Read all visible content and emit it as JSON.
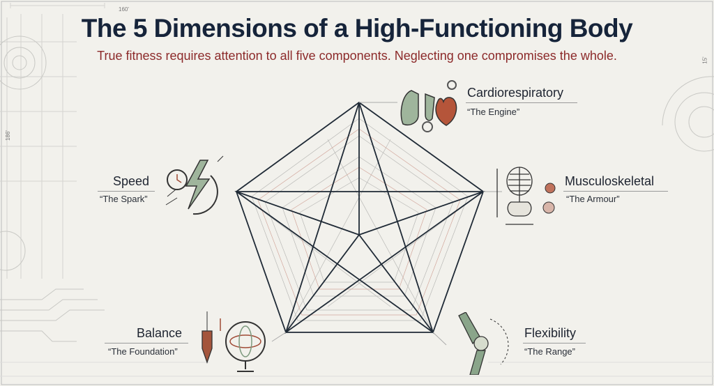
{
  "title": "The 5 Dimensions of a High-Functioning Body",
  "subtitle": "True fitness requires attention to all five components. Neglecting one compromises the whole.",
  "dimension_marks": [
    "160'",
    "186'",
    "15'"
  ],
  "dimensions": [
    {
      "name": "Cardiorespiratory",
      "nickname": "“The Engine”",
      "icon": "heart-lungs-icon"
    },
    {
      "name": "Musculoskeletal",
      "nickname": "“The Armour”",
      "icon": "skeleton-icon"
    },
    {
      "name": "Flexibility",
      "nickname": "“The Range”",
      "icon": "knee-joint-icon"
    },
    {
      "name": "Balance",
      "nickname": "“The Foundation”",
      "icon": "plumb-gyroscope-icon"
    },
    {
      "name": "Speed",
      "nickname": "“The Spark”",
      "icon": "lightning-stopwatch-icon"
    }
  ],
  "colors": {
    "title": "#16243a",
    "subtitle": "#8c2a2a",
    "accent_green": "#7d9a7e",
    "accent_red": "#a04a35"
  }
}
